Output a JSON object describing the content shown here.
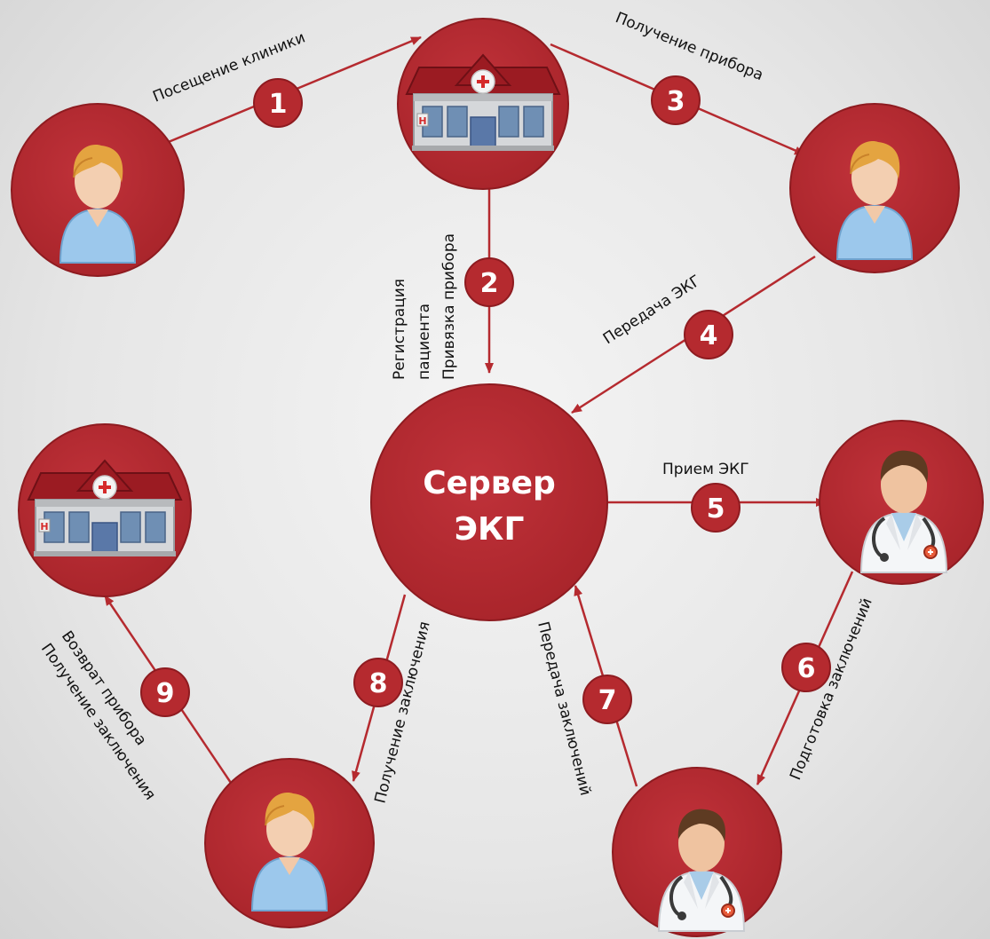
{
  "colors": {
    "node": "#b52a2f",
    "node_stroke": "#8e1b20",
    "arrow": "#b52a2f",
    "badge": "#b52a2f"
  },
  "center": {
    "line1": "Сервер",
    "line2": "ЭКГ"
  },
  "nodes": [
    {
      "id": "patient-start",
      "icon": "patient-icon"
    },
    {
      "id": "clinic-top",
      "icon": "hospital-icon"
    },
    {
      "id": "patient-device",
      "icon": "patient-icon"
    },
    {
      "id": "doctor-receive",
      "icon": "doctor-icon"
    },
    {
      "id": "doctor-report",
      "icon": "doctor-icon"
    },
    {
      "id": "patient-end",
      "icon": "patient-icon"
    },
    {
      "id": "clinic-return",
      "icon": "hospital-icon"
    }
  ],
  "steps": [
    {
      "num": "1",
      "label": "Посещение клиники"
    },
    {
      "num": "2",
      "line1": "Регистрация",
      "line2": "пациента",
      "line3": "Привязка прибора"
    },
    {
      "num": "3",
      "label": "Получение прибора"
    },
    {
      "num": "4",
      "label": "Передача ЭКГ"
    },
    {
      "num": "5",
      "label": "Прием ЭКГ"
    },
    {
      "num": "6",
      "label": "Подготовка заключений"
    },
    {
      "num": "7",
      "label": "Передача заключений"
    },
    {
      "num": "8",
      "label": "Получение заключения"
    },
    {
      "num": "9",
      "line1": "Возврат прибора",
      "line2": "Получение заключения"
    }
  ]
}
